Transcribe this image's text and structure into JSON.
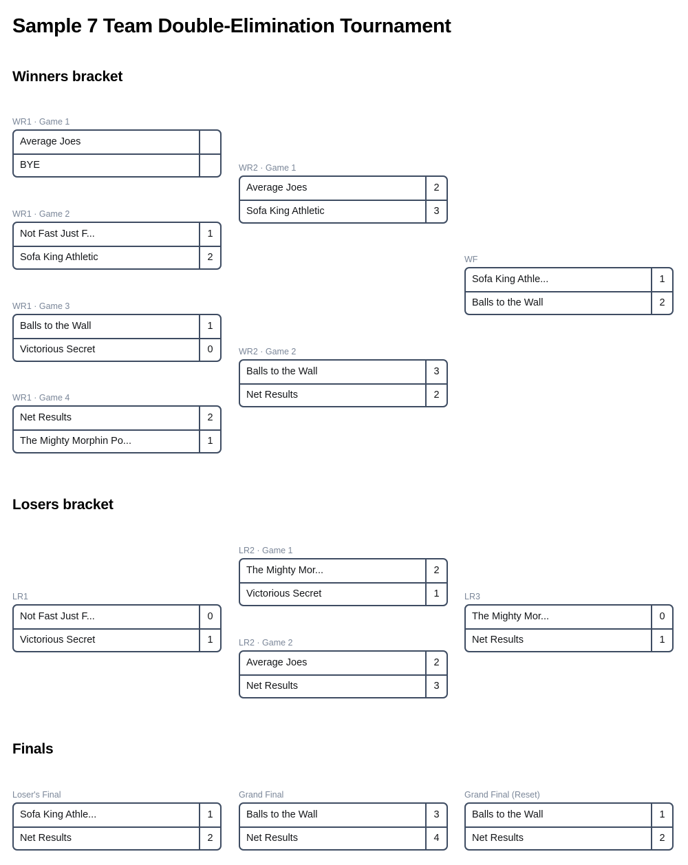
{
  "page": {
    "title": "Sample 7 Team Double-Elimination Tournament"
  },
  "sections": {
    "winners": "Winners bracket",
    "losers": "Losers bracket",
    "finals": "Finals"
  },
  "matches": {
    "wr1g1": {
      "label": "WR1 · Game 1",
      "rows": [
        {
          "team": "Average Joes",
          "score": ""
        },
        {
          "team": "BYE",
          "score": ""
        }
      ]
    },
    "wr1g2": {
      "label": "WR1 · Game 2",
      "rows": [
        {
          "team": "Not Fast Just F...",
          "score": "1"
        },
        {
          "team": "Sofa King Athletic",
          "score": "2"
        }
      ]
    },
    "wr1g3": {
      "label": "WR1 · Game 3",
      "rows": [
        {
          "team": "Balls to the Wall",
          "score": "1"
        },
        {
          "team": "Victorious Secret",
          "score": "0"
        }
      ]
    },
    "wr1g4": {
      "label": "WR1 · Game 4",
      "rows": [
        {
          "team": "Net Results",
          "score": "2"
        },
        {
          "team": "The Mighty Morphin Po...",
          "score": "1"
        }
      ]
    },
    "wr2g1": {
      "label": "WR2 · Game 1",
      "rows": [
        {
          "team": "Average Joes",
          "score": "2"
        },
        {
          "team": "Sofa King Athletic",
          "score": "3"
        }
      ]
    },
    "wr2g2": {
      "label": "WR2 · Game 2",
      "rows": [
        {
          "team": "Balls to the Wall",
          "score": "3"
        },
        {
          "team": "Net Results",
          "score": "2"
        }
      ]
    },
    "wf": {
      "label": "WF",
      "rows": [
        {
          "team": "Sofa King Athle...",
          "score": "1"
        },
        {
          "team": "Balls to the Wall",
          "score": "2"
        }
      ]
    },
    "lr1": {
      "label": "LR1",
      "rows": [
        {
          "team": "Not Fast Just F...",
          "score": "0"
        },
        {
          "team": "Victorious Secret",
          "score": "1"
        }
      ]
    },
    "lr2g1": {
      "label": "LR2 · Game 1",
      "rows": [
        {
          "team": "The Mighty Mor...",
          "score": "2"
        },
        {
          "team": "Victorious Secret",
          "score": "1"
        }
      ]
    },
    "lr2g2": {
      "label": "LR2 · Game 2",
      "rows": [
        {
          "team": "Average Joes",
          "score": "2"
        },
        {
          "team": "Net Results",
          "score": "3"
        }
      ]
    },
    "lr3": {
      "label": "LR3",
      "rows": [
        {
          "team": "The Mighty Mor...",
          "score": "0"
        },
        {
          "team": "Net Results",
          "score": "1"
        }
      ]
    },
    "losersfinal": {
      "label": "Loser's Final",
      "rows": [
        {
          "team": "Sofa King Athle...",
          "score": "1"
        },
        {
          "team": "Net Results",
          "score": "2"
        }
      ]
    },
    "grandfinal": {
      "label": "Grand Final",
      "rows": [
        {
          "team": "Balls to the Wall",
          "score": "3"
        },
        {
          "team": "Net Results",
          "score": "4"
        }
      ]
    },
    "grandfinalreset": {
      "label": "Grand Final (Reset)",
      "rows": [
        {
          "team": "Balls to the Wall",
          "score": "1"
        },
        {
          "team": "Net Results",
          "score": "2"
        }
      ]
    }
  }
}
